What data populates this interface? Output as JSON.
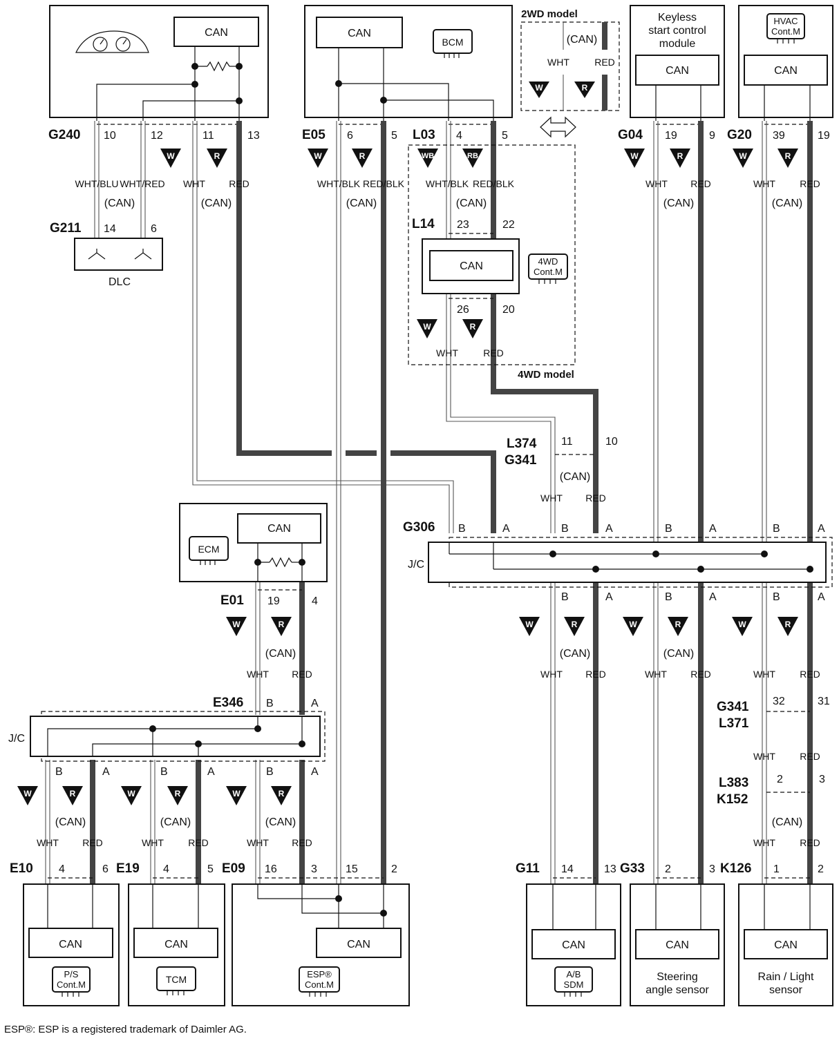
{
  "title": "",
  "labels": {
    "can": "CAN",
    "can_paren": "(CAN)",
    "wht": "WHT",
    "red": "RED",
    "wht_blk": "WHT/BLK",
    "red_blk": "RED/BLK",
    "wht_blu": "WHT/BLU",
    "wht_red": "WHT/RED",
    "jc": "J/C",
    "pin_a": "A",
    "pin_b": "B",
    "tri_w": "W",
    "tri_r": "R",
    "tri_wb": "WB",
    "tri_rb": "RB"
  },
  "variants": {
    "two_wd": "2WD model",
    "four_wd": "4WD model"
  },
  "modules": {
    "combination_meter": {
      "connector": "G240",
      "pins": [
        "10",
        "12",
        "11",
        "13"
      ],
      "icon": "combination-meter-icon"
    },
    "bcm": {
      "connector": "E05",
      "pins": [
        "6",
        "5"
      ],
      "badge": "BCM"
    },
    "bcm_l03": {
      "connector": "L03",
      "pins": [
        "4",
        "5"
      ]
    },
    "four_wd": {
      "connector": "L14",
      "pins": [
        "23",
        "22",
        "26",
        "20"
      ],
      "badge_line1": "4WD",
      "badge_line2": "Cont.M"
    },
    "keyless": {
      "connector": "G04",
      "pins": [
        "19",
        "9"
      ],
      "name_line1": "Keyless",
      "name_line2": "start control",
      "name_line3": "module"
    },
    "hvac": {
      "connector": "G20",
      "pins": [
        "39",
        "19"
      ],
      "badge_line1": "HVAC",
      "badge_line2": "Cont.M"
    },
    "dlc": {
      "connector": "G211",
      "pins": [
        "14",
        "6"
      ],
      "name": "DLC"
    },
    "ecm": {
      "connector": "E01",
      "pins": [
        "19",
        "4"
      ],
      "badge": "ECM"
    },
    "ps": {
      "connector": "E10",
      "pins": [
        "4",
        "6"
      ],
      "badge_line1": "P/S",
      "badge_line2": "Cont.M"
    },
    "tcm": {
      "connector": "E19",
      "pins": [
        "4",
        "5"
      ],
      "badge": "TCM"
    },
    "esp": {
      "connector": "E09",
      "pins": [
        "16",
        "3",
        "15",
        "2"
      ],
      "badge_line1": "ESP®",
      "badge_line2": "Cont.M"
    },
    "sdm": {
      "connector": "G11",
      "pins": [
        "14",
        "13"
      ],
      "badge_line1": "A/B",
      "badge_line2": "SDM"
    },
    "steering": {
      "connector": "G33",
      "pins": [
        "2",
        "3"
      ],
      "name_line1": "Steering",
      "name_line2": "angle sensor"
    },
    "rain": {
      "connector": "K126",
      "pins": [
        "1",
        "2"
      ],
      "name_line1": "Rain / Light",
      "name_line2": "sensor"
    }
  },
  "joint_connectors": {
    "g306": "G306",
    "e346": "E346"
  },
  "inline_connectors": {
    "l374": "L374",
    "g341_top": "G341",
    "l374_pins": [
      "11",
      "10"
    ],
    "g341_bottom": "G341",
    "l371": "L371",
    "g341_pins": [
      "32",
      "31"
    ],
    "l383": "L383",
    "k152": "K152",
    "l383_pins": [
      "2",
      "3"
    ]
  },
  "footnote": "ESP®: ESP is a registered trademark of Daimler AG."
}
